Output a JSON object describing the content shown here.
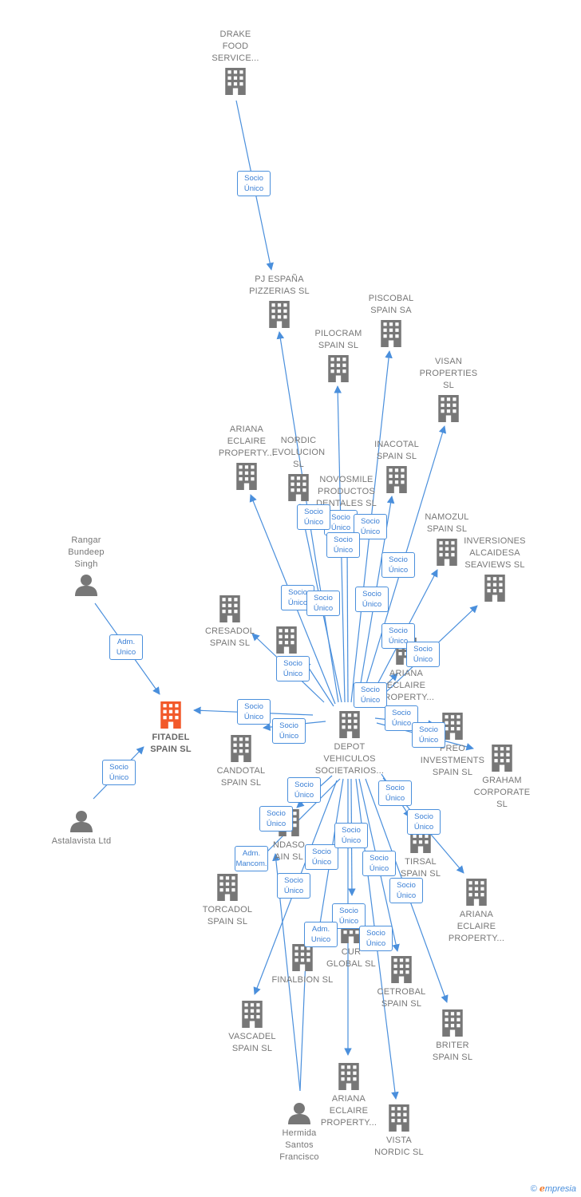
{
  "colors": {
    "edge": "#4a8fdc",
    "node_icon": "#777777",
    "focus_icon": "#f2592a",
    "label_text": "#777777"
  },
  "brand": {
    "copyright": "©",
    "initial": "e",
    "rest": "mpresia"
  },
  "nodes": [
    {
      "id": "drake",
      "kind": "company",
      "label": [
        "DRAKE",
        "FOOD",
        "SERVICE..."
      ]
    },
    {
      "id": "pj",
      "kind": "company",
      "label": [
        "PJ ESPAÑA",
        "PIZZERIAS SL"
      ]
    },
    {
      "id": "piscobal",
      "kind": "company",
      "label": [
        "PISCOBAL",
        "SPAIN SA"
      ]
    },
    {
      "id": "pilocram",
      "kind": "company",
      "label": [
        "PILOCRAM",
        "SPAIN SL"
      ]
    },
    {
      "id": "visan",
      "kind": "company",
      "label": [
        "VISAN",
        "PROPERTIES",
        "SL"
      ]
    },
    {
      "id": "ariana1",
      "kind": "company",
      "label": [
        "ARIANA",
        "ECLAIRE",
        "PROPERTY..."
      ]
    },
    {
      "id": "nordic_ev",
      "kind": "company",
      "label": [
        "NORDIC",
        "EVOLUCION",
        "SL"
      ]
    },
    {
      "id": "inacotal",
      "kind": "company",
      "label": [
        "INACOTAL",
        "SPAIN SL"
      ]
    },
    {
      "id": "novosmile",
      "kind": "company",
      "label": [
        "NOVOSMILE",
        "PRODUCTOS",
        "DENTALES SL"
      ]
    },
    {
      "id": "namozul",
      "kind": "company",
      "label": [
        "NAMOZUL",
        "SPAIN SL"
      ]
    },
    {
      "id": "inversiones",
      "kind": "company",
      "label": [
        "INVERSIONES",
        "ALCAIDESA",
        "SEAVIEWS SL"
      ]
    },
    {
      "id": "rangar",
      "kind": "person",
      "label": [
        "Rangar",
        "Bundeep",
        "Singh"
      ]
    },
    {
      "id": "cresadol",
      "kind": "company",
      "label": [
        "CRESADOL",
        "SPAIN SL"
      ]
    },
    {
      "id": "hu",
      "kind": "company",
      "label": [
        "HU",
        "SP"
      ]
    },
    {
      "id": "ariana2",
      "kind": "company",
      "label": [
        "ARIANA",
        "ECLAIRE",
        "PROPERTY..."
      ]
    },
    {
      "id": "fitadel",
      "kind": "focus",
      "label": [
        "FITADEL",
        "SPAIN SL"
      ]
    },
    {
      "id": "depot",
      "kind": "company",
      "label": [
        "DEPOT",
        "VEHICULOS",
        "SOCIETARIOS..."
      ]
    },
    {
      "id": "candotal",
      "kind": "company",
      "label": [
        "CANDOTAL",
        "SPAIN SL"
      ]
    },
    {
      "id": "preo",
      "kind": "company",
      "label": [
        "PREO",
        "INVESTMENTS",
        "SPAIN SL"
      ]
    },
    {
      "id": "graham",
      "kind": "company",
      "label": [
        "GRAHAM",
        "CORPORATE",
        "SL"
      ]
    },
    {
      "id": "astalavista",
      "kind": "person",
      "label": [
        "Astalavista Ltd"
      ]
    },
    {
      "id": "ndaso",
      "kind": "company",
      "label": [
        "NDASO",
        "AIN SL"
      ]
    },
    {
      "id": "tirsal",
      "kind": "company",
      "label": [
        "TIRSAL",
        "SPAIN SL"
      ]
    },
    {
      "id": "torcadol",
      "kind": "company",
      "label": [
        "TORCADOL",
        "SPAIN SL"
      ]
    },
    {
      "id": "ariana3",
      "kind": "company",
      "label": [
        "ARIANA",
        "ECLAIRE",
        "PROPERTY..."
      ]
    },
    {
      "id": "finalbion",
      "kind": "company",
      "label": [
        "FINALBION SL"
      ]
    },
    {
      "id": "global",
      "kind": "company",
      "label": [
        "CUR",
        "GLOBAL SL"
      ]
    },
    {
      "id": "cetrobal",
      "kind": "company",
      "label": [
        "CETROBAL",
        "SPAIN SL"
      ]
    },
    {
      "id": "vascadel",
      "kind": "company",
      "label": [
        "VASCADEL",
        "SPAIN SL"
      ]
    },
    {
      "id": "briter",
      "kind": "company",
      "label": [
        "BRITER",
        "SPAIN SL"
      ]
    },
    {
      "id": "ariana4",
      "kind": "company",
      "label": [
        "ARIANA",
        "ECLAIRE",
        "PROPERTY..."
      ]
    },
    {
      "id": "hermida",
      "kind": "person",
      "label": [
        "Hermida",
        "Santos",
        "Francisco"
      ]
    },
    {
      "id": "vista",
      "kind": "company",
      "label": [
        "VISTA",
        "NORDIC SL"
      ]
    }
  ],
  "relations": [
    {
      "from": "drake",
      "to": "pj",
      "label": [
        "Socio",
        "Único"
      ]
    },
    {
      "from": "rangar",
      "to": "fitadel",
      "label": [
        "Adm.",
        "Unico"
      ]
    },
    {
      "from": "astalavista",
      "to": "fitadel",
      "label": [
        "Socio",
        "Único"
      ]
    },
    {
      "from": "depot",
      "to": "fitadel",
      "label": [
        "Socio",
        "Único"
      ]
    },
    {
      "from": "depot",
      "to": "pj",
      "label": [
        "Socio",
        "Único"
      ]
    },
    {
      "from": "depot",
      "to": "pilocram",
      "label": [
        "Socio",
        "Único"
      ]
    },
    {
      "from": "depot",
      "to": "piscobal",
      "label": [
        "Socio",
        "Único"
      ]
    },
    {
      "from": "depot",
      "to": "visan",
      "label": [
        "Socio",
        "Único"
      ]
    },
    {
      "from": "depot",
      "to": "ariana1",
      "label": [
        "Socio",
        "Único"
      ]
    },
    {
      "from": "depot",
      "to": "nordic_ev",
      "label": [
        "Socio",
        "Único"
      ]
    },
    {
      "from": "depot",
      "to": "inacotal",
      "label": [
        "Socio",
        "Único"
      ]
    },
    {
      "from": "depot",
      "to": "novosmile",
      "label": [
        "Socio",
        "Único"
      ]
    },
    {
      "from": "depot",
      "to": "namozul",
      "label": [
        "Socio",
        "Único"
      ]
    },
    {
      "from": "depot",
      "to": "inversiones",
      "label": [
        "Socio",
        "Único"
      ]
    },
    {
      "from": "depot",
      "to": "cresadol",
      "label": [
        "Socio",
        "Único"
      ]
    },
    {
      "from": "depot",
      "to": "hu",
      "label": [
        "Socio",
        "Único"
      ]
    },
    {
      "from": "depot",
      "to": "ariana2",
      "label": [
        "Socio",
        "Único"
      ]
    },
    {
      "from": "depot",
      "to": "candotal",
      "label": [
        "Socio",
        "Único"
      ]
    },
    {
      "from": "depot",
      "to": "preo",
      "label": [
        "Socio",
        "Único"
      ]
    },
    {
      "from": "depot",
      "to": "graham",
      "label": [
        "Socio",
        "Único"
      ]
    },
    {
      "from": "depot",
      "to": "ndaso",
      "label": [
        "Socio",
        "Único"
      ]
    },
    {
      "from": "depot",
      "to": "tirsal",
      "label": [
        "Socio",
        "Único"
      ]
    },
    {
      "from": "depot",
      "to": "torcadol",
      "label": [
        "Socio",
        "Único"
      ]
    },
    {
      "from": "depot",
      "to": "ariana3",
      "label": [
        "Socio",
        "Único"
      ]
    },
    {
      "from": "depot",
      "to": "finalbion",
      "label": [
        "Socio",
        "Único"
      ]
    },
    {
      "from": "depot",
      "to": "global",
      "label": [
        "Socio",
        "Único"
      ]
    },
    {
      "from": "depot",
      "to": "cetrobal",
      "label": [
        "Socio",
        "Único"
      ]
    },
    {
      "from": "depot",
      "to": "vascadel",
      "label": [
        "Socio",
        "Único"
      ]
    },
    {
      "from": "depot",
      "to": "briter",
      "label": [
        "Socio",
        "Único"
      ]
    },
    {
      "from": "depot",
      "to": "ariana4",
      "label": [
        "Socio",
        "Único"
      ]
    },
    {
      "from": "depot",
      "to": "vista",
      "label": [
        "Socio",
        "Único"
      ]
    },
    {
      "from": "hermida",
      "to": "ndaso",
      "label": [
        "Adm.",
        "Mancom."
      ]
    },
    {
      "from": "hermida",
      "to": "finalbion",
      "label": [
        "Adm.",
        "Unico"
      ]
    }
  ]
}
